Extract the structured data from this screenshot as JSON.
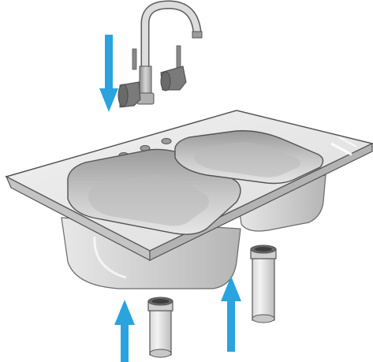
{
  "diagram": {
    "kind": "sink-installation-illustration",
    "components": [
      {
        "id": "faucet",
        "icon": "faucet-icon",
        "motion": "down"
      },
      {
        "id": "double-basin-sink",
        "icon": "sink-icon"
      },
      {
        "id": "tailpiece-left",
        "icon": "drain-pipe-icon",
        "motion": "up"
      },
      {
        "id": "tailpiece-right",
        "icon": "drain-pipe-icon",
        "motion": "up"
      }
    ],
    "arrows": [
      {
        "target": "faucet",
        "direction": "down"
      },
      {
        "target": "tailpiece-left",
        "direction": "up"
      },
      {
        "target": "tailpiece-right",
        "direction": "up"
      }
    ]
  },
  "colors": {
    "arrow": "#2aa3df",
    "steel_light": "#ececec",
    "steel_mid": "#c9c9c9",
    "steel_dark": "#8f8f8f",
    "outline": "#555555",
    "handle": "#7a7a7a"
  }
}
